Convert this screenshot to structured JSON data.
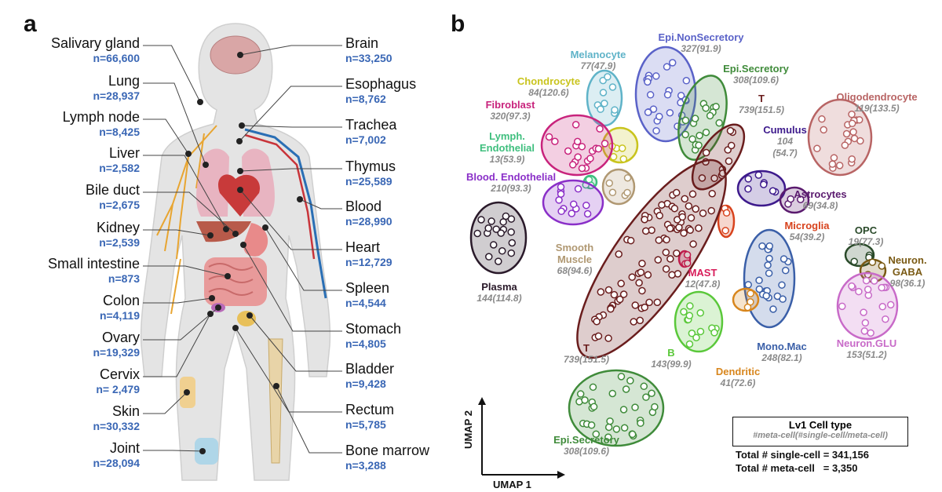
{
  "panel_a": {
    "letter": "a",
    "left_organs": [
      {
        "name": "Salivary gland",
        "n": "n=66,600"
      },
      {
        "name": "Lung",
        "n": "n=28,937"
      },
      {
        "name": "Lymph node",
        "n": "n=8,425"
      },
      {
        "name": "Liver",
        "n": "n=2,582"
      },
      {
        "name": "Bile duct",
        "n": "n=2,675"
      },
      {
        "name": "Kidney",
        "n": "n=2,539"
      },
      {
        "name": "Small intestine",
        "n": "n=873"
      },
      {
        "name": "Colon",
        "n": "n=4,119"
      },
      {
        "name": "Ovary",
        "n": "n=19,329"
      },
      {
        "name": "Cervix",
        "n": "n= 2,479"
      },
      {
        "name": "Skin",
        "n": "n=30,332"
      },
      {
        "name": "Joint",
        "n": "n=28,094"
      }
    ],
    "right_organs": [
      {
        "name": "Brain",
        "n": "n=33,250"
      },
      {
        "name": "Esophagus",
        "n": "n=8,762"
      },
      {
        "name": "Trachea",
        "n": "n=7,002"
      },
      {
        "name": "Thymus",
        "n": "n=25,589"
      },
      {
        "name": "Blood",
        "n": "n=28,990"
      },
      {
        "name": "Heart",
        "n": "n=12,729"
      },
      {
        "name": "Spleen",
        "n": "n=4,544"
      },
      {
        "name": "Stomach",
        "n": "n=4,805"
      },
      {
        "name": "Bladder",
        "n": "n=9,428"
      },
      {
        "name": "Rectum",
        "n": "n=5,785"
      },
      {
        "name": "Bone marrow",
        "n": "n=3,288"
      }
    ]
  },
  "panel_b": {
    "letter": "b",
    "clusters": [
      {
        "name": "Melanocyte",
        "count": "77(47.9)",
        "color": "#5fb3c8"
      },
      {
        "name": "Epi.NonSecretory",
        "count": "327(91.9)",
        "color": "#5a62c8"
      },
      {
        "name": "Epi.Secretory",
        "count": "308(109.6)",
        "color": "#3f8b3a"
      },
      {
        "name": "Chondrocyte",
        "count": "84(120.6)",
        "color": "#c9c41e"
      },
      {
        "name": "Fibroblast",
        "count": "320(97.3)",
        "color": "#c8237c"
      },
      {
        "name": "T",
        "count": "739(151.5)",
        "color": "#6a1d1d"
      },
      {
        "name": "Oligodendrocyte",
        "count": "119(133.5)",
        "color": "#b86464"
      },
      {
        "name": "Cumulus",
        "count": "104",
        "count2": "(54.7)",
        "color": "#3d1a8c"
      },
      {
        "name": "Lymph.",
        "name2": "Endothelial",
        "count": "13(53.9)",
        "color": "#3fbf7e"
      },
      {
        "name": "Blood. Endothelial",
        "count": "210(93.3)",
        "color": "#8a2fc8"
      },
      {
        "name": "Astrocytes",
        "count": "69(34.8)",
        "color": "#5a1a6e"
      },
      {
        "name": "Microglia",
        "count": "54(39.2)",
        "color": "#d8431d"
      },
      {
        "name": "Smooth",
        "name2": "Muscle",
        "count": "68(94.6)",
        "color": "#b09872"
      },
      {
        "name": "OPC",
        "count": "19(77.3)",
        "color": "#2a4a2a"
      },
      {
        "name": "MAST",
        "count": "12(47.8)",
        "color": "#d81d5a"
      },
      {
        "name": "Neuron.",
        "name2": "GABA",
        "count": "98(36.1)",
        "color": "#7a5a14"
      },
      {
        "name": "Plasma",
        "count": "144(114.8)",
        "color": "#2a1a2a"
      },
      {
        "name": "Mono.Mac",
        "count": "248(82.1)",
        "color": "#3a5fa8"
      },
      {
        "name": "Neuron.GLU",
        "count": "153(51.2)",
        "color": "#c86ac8"
      },
      {
        "name": "B",
        "count": "143(99.9)",
        "color": "#5ac83a"
      },
      {
        "name": "Dendritic",
        "count": "41(72.6)",
        "color": "#d8861d"
      },
      {
        "name": "T",
        "count": "739(151.5)",
        "color": "#6a1d1d"
      },
      {
        "name": "Epi.Secretory",
        "count": "308(109.6)",
        "color": "#3f8b3a"
      }
    ],
    "axes": {
      "x": "UMAP 1",
      "y": "UMAP 2"
    },
    "legend": {
      "title": "Lv1 Cell type",
      "subtitle": "#meta-cell(#single-cell/meta-cell)"
    },
    "totals": {
      "single": "Total # single-cell = 341,156",
      "meta": "Total # meta-cell   = 3,350"
    }
  }
}
